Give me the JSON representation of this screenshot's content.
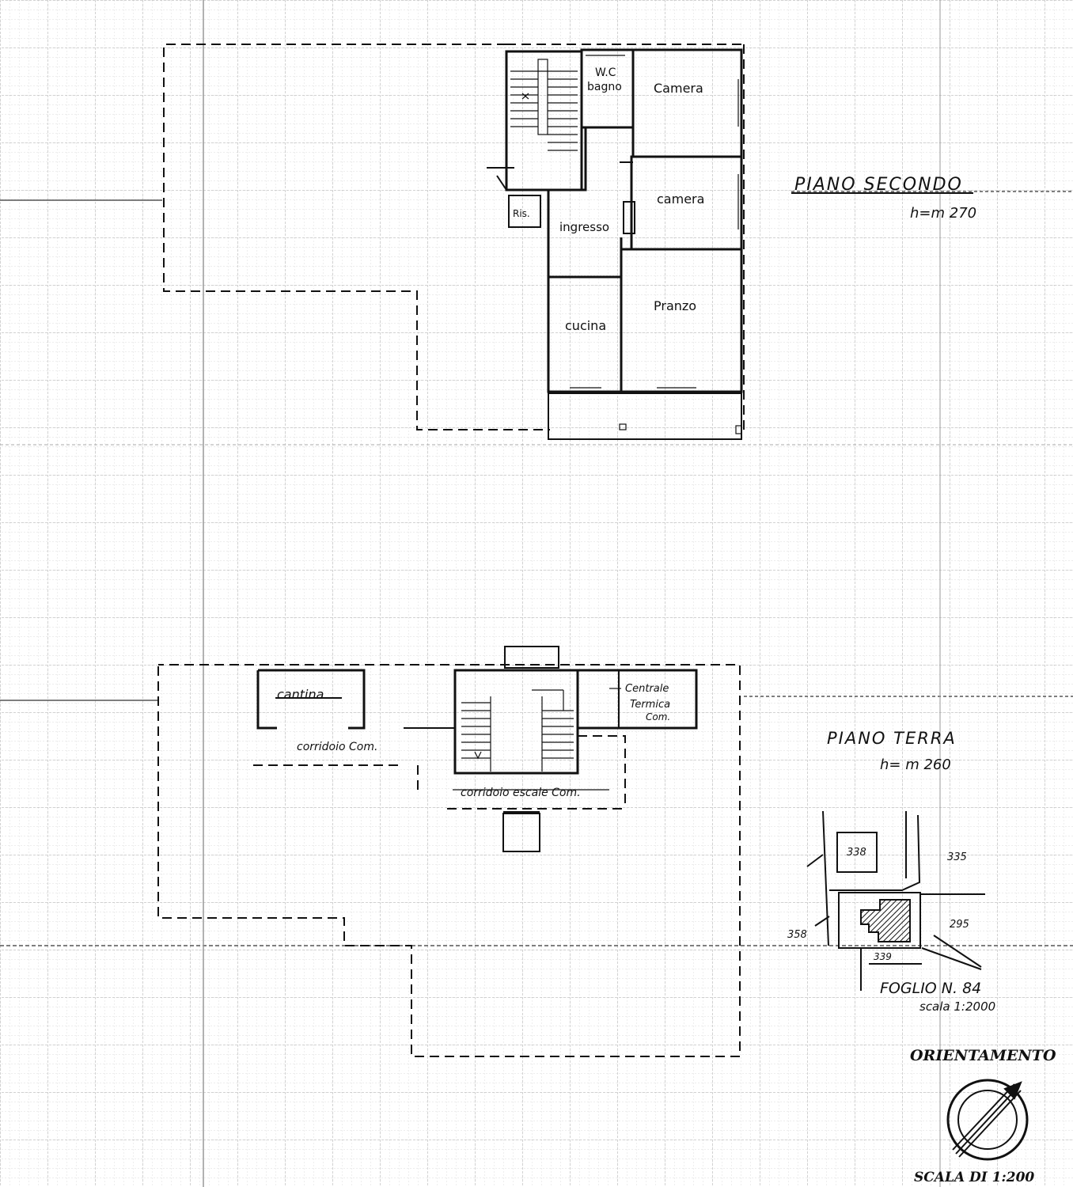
{
  "floors": {
    "second": {
      "title": "PIANO SECONDO",
      "height": "h=m 270",
      "rooms": {
        "wc": "W.C",
        "bagno": "bagno",
        "camera_1": "Camera",
        "camera_2": "camera",
        "ingresso": "ingresso",
        "cucina": "cucina",
        "pranzo": "Pranzo",
        "risc": "Ris."
      }
    },
    "ground": {
      "title": "PIANO TERRA",
      "height": "h= m 260",
      "rooms": {
        "cantina": "cantina",
        "corridoio_com": "corridoio Com.",
        "corridoio_scale": "corridoio escale Com.",
        "centrale_1": "Centrale",
        "centrale_2": "Termica",
        "centrale_3": "Com."
      }
    }
  },
  "cadastral_map": {
    "parcels": [
      "338",
      "335",
      "295",
      "358",
      "339"
    ],
    "sheet_label": "FOGLIO N. 84",
    "scale_label": "scala 1:2000"
  },
  "orientation": {
    "title": "ORIENTAMENTO"
  },
  "drawing_scale": "SCALA DI 1:200",
  "colors": {
    "grid_fine": "#c8c8c8",
    "grid_major": "#9a9a9a",
    "ink": "#111111"
  }
}
